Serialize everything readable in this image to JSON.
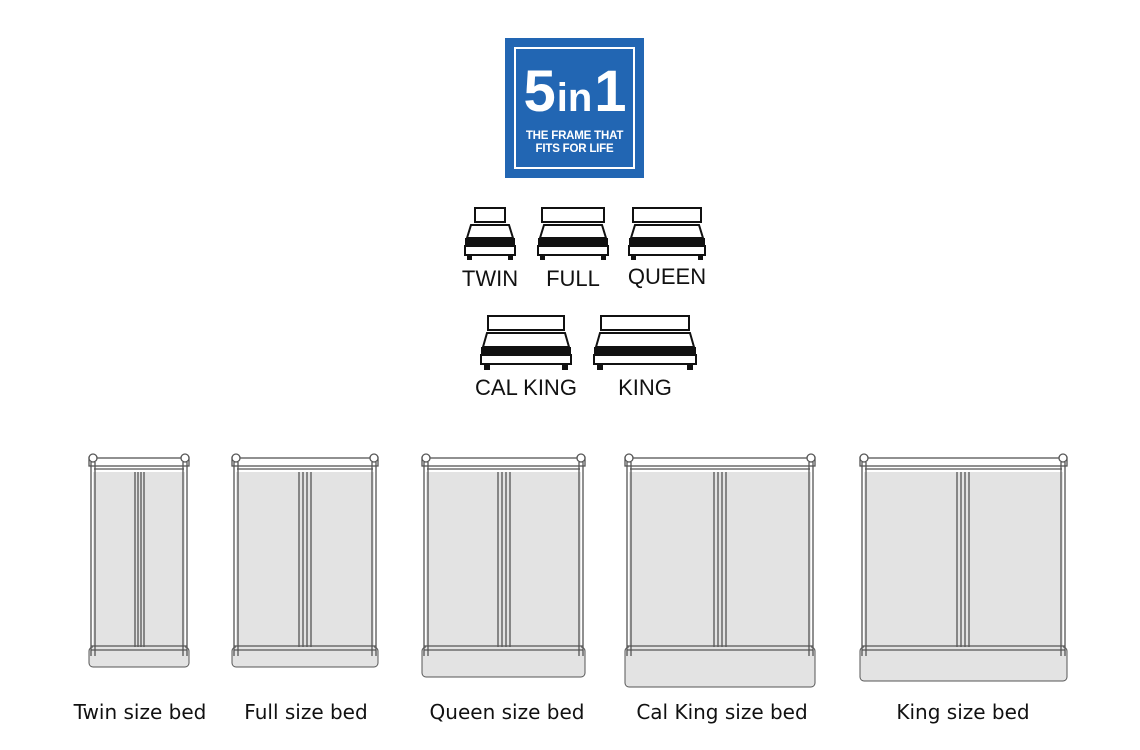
{
  "badge": {
    "number_left": "5",
    "word": "in",
    "number_right": "1",
    "tagline_line1": "THE FRAME THAT",
    "tagline_line2": "FITS FOR LIFE",
    "color": "#2266b3"
  },
  "size_icons": [
    {
      "label": "TWIN"
    },
    {
      "label": "FULL"
    },
    {
      "label": "QUEEN"
    },
    {
      "label": "CAL KING"
    },
    {
      "label": "KING"
    }
  ],
  "frames": [
    {
      "label": "Twin size bed"
    },
    {
      "label": "Full size bed"
    },
    {
      "label": "Queen size bed"
    },
    {
      "label": "Cal King size bed"
    },
    {
      "label": "King size bed"
    }
  ],
  "colors": {
    "frame_fill": "#e3e3e3",
    "frame_stroke": "#555555"
  }
}
